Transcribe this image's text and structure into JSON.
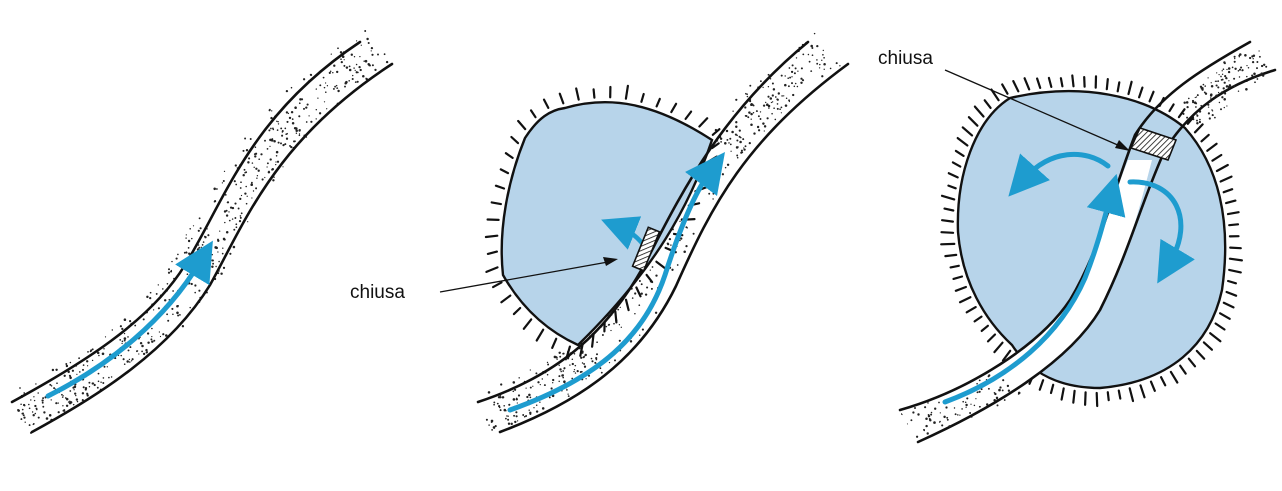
{
  "panels": [
    {
      "id": "river",
      "labels": []
    },
    {
      "id": "lateral-weir",
      "labels": [
        "chiusa"
      ]
    },
    {
      "id": "bypass-weir",
      "labels": [
        "chiusa"
      ]
    }
  ],
  "colors": {
    "water_fill": "#b7d4ea",
    "flow_arrow": "#1e9ccf",
    "ink": "#111111",
    "background": "#ffffff"
  },
  "icons": {
    "flow": "curved-arrow",
    "weir": "hatched-rectangle",
    "bank": "stipple-dots",
    "lake_shore": "tick-marks"
  }
}
